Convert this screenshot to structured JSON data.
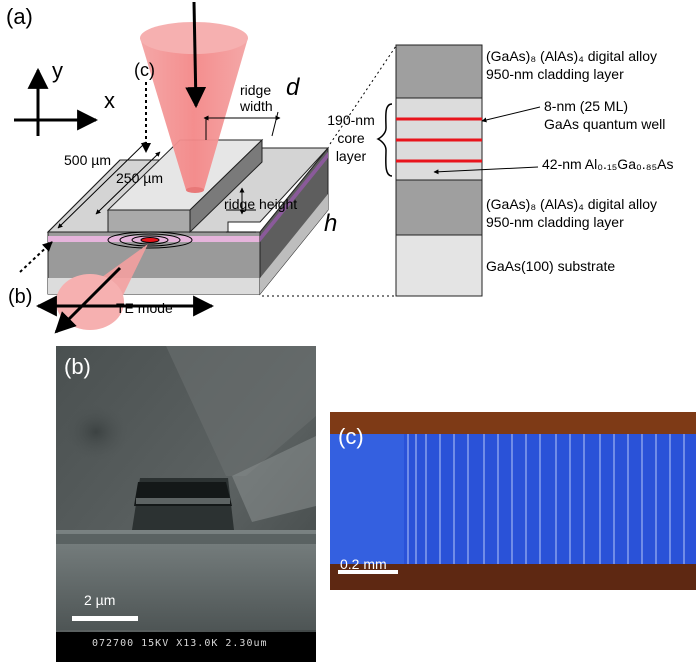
{
  "panel_a": {
    "label": "(a)",
    "axes": {
      "y": "y",
      "x": "x"
    },
    "markers": {
      "c": "(c)",
      "b": "(b)"
    },
    "dims": {
      "ridge_width_line1": "ridge",
      "ridge_width_line2": "width",
      "d_symbol": "d",
      "length_500": "500 µm",
      "length_250": "250 µm",
      "ridge_height": "ridge height",
      "h_symbol": "h",
      "te_mode": "TE mode"
    },
    "layers": {
      "top_cladding": [
        "(GaAs)₈ (AlAs)₄ digital alloy",
        "950-nm cladding layer"
      ],
      "quantum_well": [
        "8-nm (25 ML)",
        "GaAs quantum well"
      ],
      "barrier": "42-nm Al₀.₁₅Ga₀.₈₅As",
      "core": [
        "190-nm",
        "core",
        "layer"
      ],
      "bottom_cladding": [
        "(GaAs)₈ (AlAs)₄ digital alloy",
        "950-nm cladding layer"
      ],
      "substrate": "GaAs(100) substrate"
    },
    "colors": {
      "laser": "#f08a8a",
      "well": "#e8141c",
      "purple_layer": "#8a5a9a",
      "pink_layer": "#e6b4dc"
    }
  },
  "panel_b": {
    "label": "(b)",
    "scale_bar": "2 µm",
    "sem_footer": "072700 15KV X13.0K 2.30um"
  },
  "panel_c": {
    "label": "(c)",
    "scale_bar": "0.2 mm",
    "colors": {
      "ridge_blue": "#2a52d8",
      "background_brown": "#6a2a14"
    }
  }
}
